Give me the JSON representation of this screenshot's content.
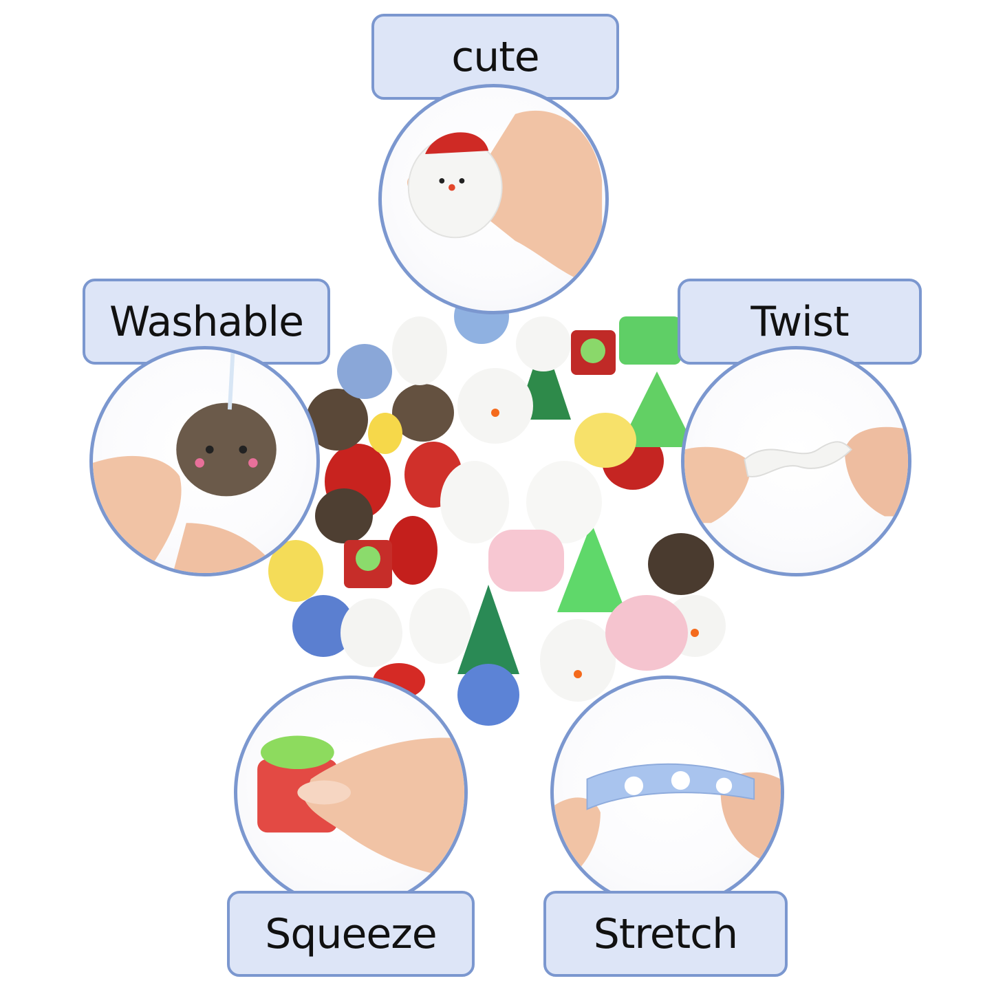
{
  "features": {
    "cute": "cute",
    "washable": "Washable",
    "twist": "Twist",
    "squeeze": "Squeeze",
    "stretch": "Stretch"
  },
  "colors": {
    "label_fill": "#dde5f7",
    "label_border": "#7b97cf",
    "circle_border": "#7b97cf"
  },
  "icons": {
    "cute": "santa-squishy-in-hand",
    "washable": "reindeer-squishy-under-water",
    "twist": "white-squishy-twisted",
    "squeeze": "gift-box-squishy-squeezed",
    "stretch": "snowflake-squishy-stretched",
    "center": "christmas-squishy-pile"
  }
}
